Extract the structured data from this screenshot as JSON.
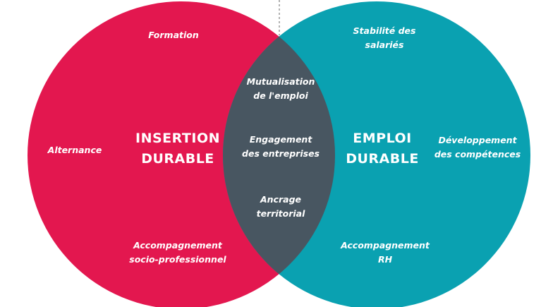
{
  "colors": {
    "left": "#E3174F",
    "right": "#0AA1B1",
    "overlap": "#485661",
    "text": "#FFFFFF"
  },
  "left": {
    "title": [
      "INSERTION",
      "DURABLE"
    ],
    "items": {
      "top": [
        "Formation"
      ],
      "side": [
        "Alternance"
      ],
      "bottom": [
        "Accompagnement",
        "socio-professionnel"
      ]
    }
  },
  "right": {
    "title": [
      "EMPLOI",
      "DURABLE"
    ],
    "items": {
      "top": [
        "Stabilité des",
        "salariés"
      ],
      "side": [
        "Développement",
        "des compétences"
      ],
      "bottom": [
        "Accompagnement",
        "RH"
      ]
    }
  },
  "overlap": {
    "items": [
      [
        "Mutualisation",
        "de l'emploi"
      ],
      [
        "Engagement",
        "des entreprises"
      ],
      [
        "Ancrage",
        "territorial"
      ]
    ]
  }
}
